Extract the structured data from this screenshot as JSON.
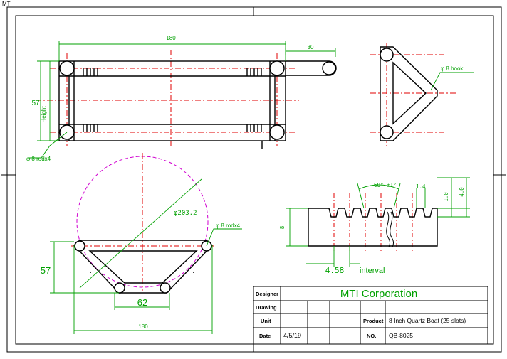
{
  "sheet": {
    "corner_tag": "MTI"
  },
  "dimensions": {
    "top_length": "180",
    "hook_offset": "30",
    "height_value": "57",
    "height_label": "Height",
    "rod_note": "φ 8 rodx4",
    "hook_note": "φ 8 hook",
    "circle_diameter": "φ203.2",
    "end_rod_note": "φ 8 rodx4",
    "end_height": "57",
    "end_bottom": "62",
    "end_width": "180",
    "slot_angle": "60° ±1°",
    "slot_width": "1.4",
    "slot_depth_small": "1.0",
    "slot_depth": "4.0",
    "slot_height": "8",
    "slot_interval_value": "4.58",
    "slot_interval_label": "interval"
  },
  "title_block": {
    "designer_label": "Designer",
    "drawing_label": "Drawing",
    "unit_label": "Unit",
    "date_label": "Date",
    "date_value": "4/5/19",
    "company": "MTI Corporation",
    "product_label": "Product",
    "product_value": "8 Inch Quartz Boat (25 slots)",
    "no_label": "NO.",
    "no_value": "QB-8025"
  },
  "colors": {
    "outline": "#000000",
    "dimension": "#00a000",
    "centerline": "#e00000",
    "circle": "#d000d0",
    "company_text": "#00a000"
  }
}
